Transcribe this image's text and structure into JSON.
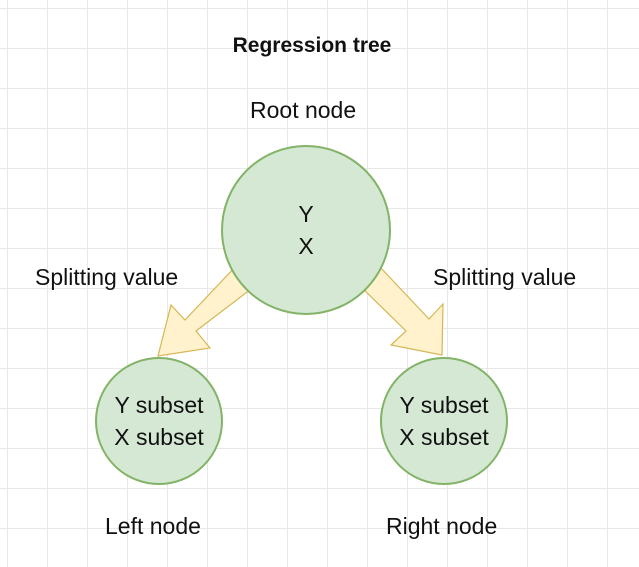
{
  "title": "Regression tree",
  "root": {
    "label": "Root node",
    "lines": [
      "Y",
      "X"
    ]
  },
  "edges": {
    "left_label": "Splitting value",
    "right_label": "Splitting value"
  },
  "left": {
    "label": "Left node",
    "lines": [
      "Y subset",
      "X subset"
    ]
  },
  "right": {
    "label": "Right node",
    "lines": [
      "Y subset",
      "X subset"
    ]
  },
  "colors": {
    "node_fill": "#d5e8d4",
    "node_stroke": "#82b366",
    "arrow_fill": "#fff2cc",
    "arrow_stroke": "#d6b656",
    "grid": "#e8e8e8"
  }
}
